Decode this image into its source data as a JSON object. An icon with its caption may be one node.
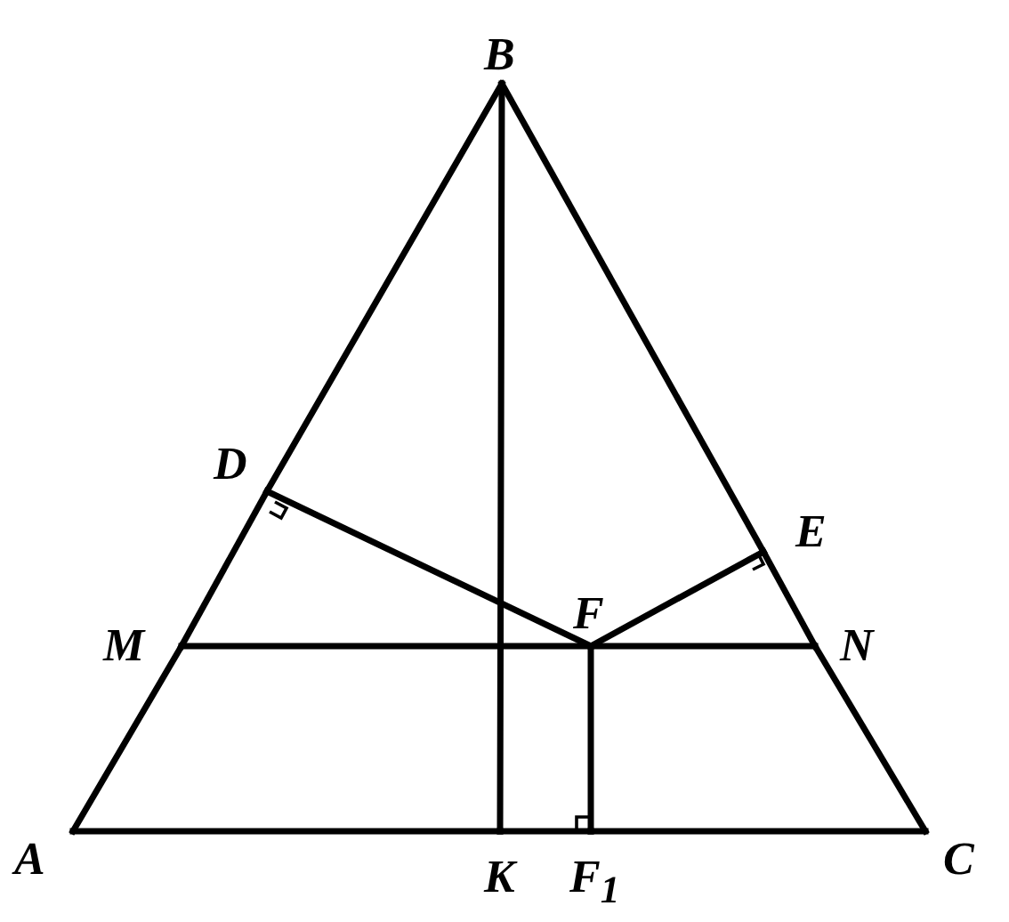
{
  "diagram": {
    "nodes": [
      {
        "text": [
          "B"
        ]
      },
      {
        "text": [
          "D"
        ]
      },
      {
        "text": [
          "E"
        ]
      },
      {
        "text": [
          "M"
        ]
      },
      {
        "text": [
          "F"
        ]
      },
      {
        "text": [
          "N"
        ]
      },
      {
        "text": [
          "A"
        ]
      },
      {
        "text": [
          "K"
        ]
      },
      {
        "text": [
          "F$_{1}$"
        ]
      },
      {
        "text": [
          "C"
        ]
      }
    ],
    "edges": [
      {
        "from": 6,
        "to": 3,
        "arrow": "none"
      },
      {
        "from": 3,
        "to": 1,
        "arrow": "none"
      },
      {
        "from": 1,
        "to": 0,
        "arrow": "none"
      },
      {
        "from": 0,
        "to": 2,
        "arrow": "none"
      },
      {
        "from": 2,
        "to": 5,
        "arrow": "none"
      },
      {
        "from": 5,
        "to": 9,
        "arrow": "none"
      },
      {
        "from": 6,
        "to": 7,
        "arrow": "none"
      },
      {
        "from": 7,
        "to": 8,
        "arrow": "none"
      },
      {
        "from": 8,
        "to": 9,
        "arrow": "none"
      },
      {
        "from": 0,
        "to": 7,
        "arrow": "none"
      },
      {
        "from": 1,
        "to": 4,
        "arrow": "none"
      },
      {
        "from": 4,
        "to": 2,
        "arrow": "none"
      },
      {
        "from": 3,
        "to": 4,
        "arrow": "none"
      },
      {
        "from": 4,
        "to": 5,
        "arrow": "none"
      },
      {
        "from": 4,
        "to": 8,
        "arrow": "none"
      }
    ]
  }
}
